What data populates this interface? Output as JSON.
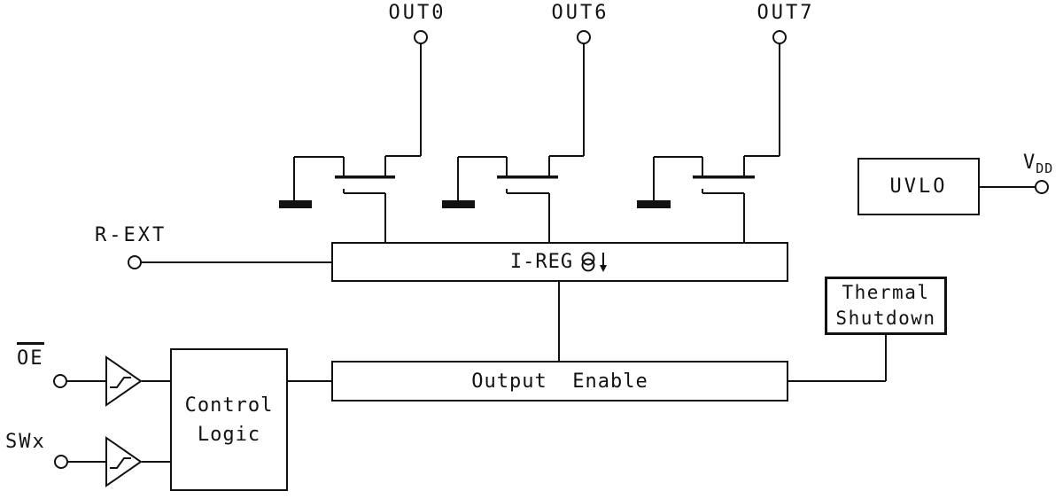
{
  "diagram_type": "ic-functional-block-diagram",
  "terminals": {
    "out0": {
      "label": "OUT0"
    },
    "out6": {
      "label": "OUT6"
    },
    "out7": {
      "label": "OUT7"
    },
    "vdd": {
      "label": "V",
      "subscript": "DD"
    },
    "rext": {
      "label": "R-EXT"
    },
    "oe": {
      "label": "OE",
      "active_low": true
    },
    "swx": {
      "label": "SWx"
    }
  },
  "blocks": {
    "ireg": {
      "label": "I-REG",
      "symbol": "current-source-down-arrow"
    },
    "output_enable": {
      "label": "Output  Enable"
    },
    "control_logic": {
      "line1": "Control",
      "line2": "Logic"
    },
    "thermal_shutdown": {
      "line1": "Thermal",
      "line2": "Shutdown"
    },
    "uvlo": {
      "label": "UVLO"
    }
  },
  "components": {
    "output_transistors": [
      "OUT0",
      "OUT6",
      "OUT7"
    ],
    "input_buffers": [
      "schmitt-buffer-oe",
      "schmitt-buffer-swx"
    ]
  },
  "colors": {
    "line": "#111111",
    "background": "#ffffff"
  }
}
